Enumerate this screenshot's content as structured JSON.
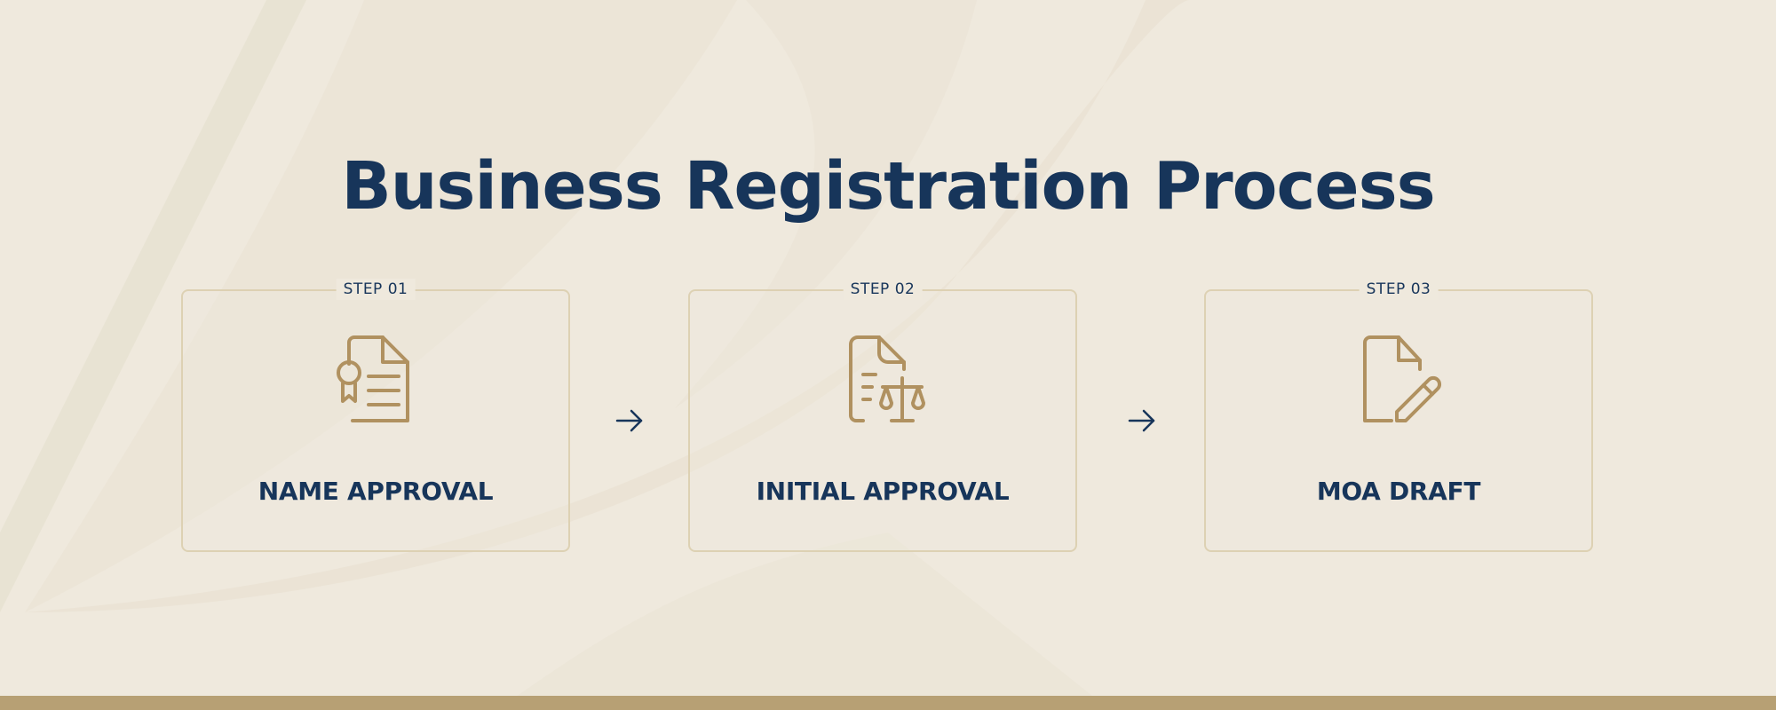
{
  "page": {
    "title": "Business Registration Process"
  },
  "steps": [
    {
      "step_label": "STEP 01",
      "title": "NAME APPROVAL",
      "icon": "certificate-document-icon"
    },
    {
      "step_label": "STEP 02",
      "title": "INITIAL APPROVAL",
      "icon": "legal-document-scale-icon"
    },
    {
      "step_label": "STEP 03",
      "title": "MOA DRAFT",
      "icon": "edit-document-icon"
    }
  ],
  "connectors": [
    "arrow-right-icon",
    "arrow-right-icon"
  ],
  "colors": {
    "background": "#efe9dd",
    "navy": "#17355a",
    "gold": "#b09160",
    "card_border": "#ddd1b3",
    "bottom_bar": "#b7a074"
  }
}
